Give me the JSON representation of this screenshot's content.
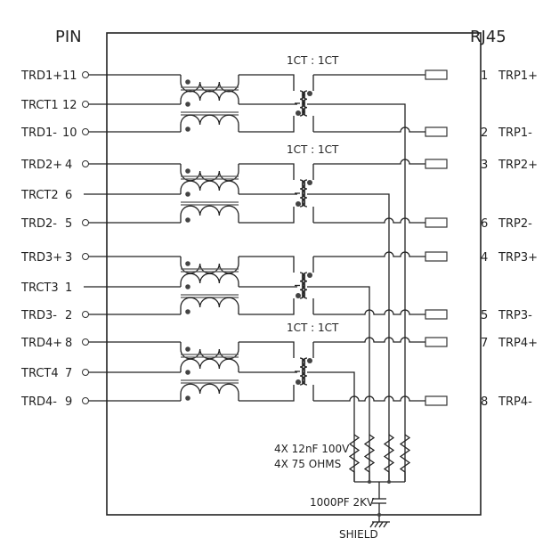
{
  "headers": {
    "left": "PIN",
    "right": "RJ45"
  },
  "ratio_label": "1CT : 1CT",
  "channels": [
    {
      "id": 1,
      "ratio_label_shown": true,
      "left": [
        {
          "name": "TRD1+",
          "pin": "11",
          "terminal": true
        },
        {
          "name": "TRCT1",
          "pin": "12",
          "terminal": true
        },
        {
          "name": "TRD1-",
          "pin": "10",
          "terminal": true
        }
      ],
      "right": [
        {
          "pin": "1",
          "name": "TRP1+"
        },
        {
          "pin": "2",
          "name": "TRP1-"
        }
      ]
    },
    {
      "id": 2,
      "ratio_label_shown": true,
      "left": [
        {
          "name": "TRD2+",
          "pin": "4",
          "terminal": true
        },
        {
          "name": "TRCT2",
          "pin": "6",
          "terminal": false
        },
        {
          "name": "TRD2-",
          "pin": "5",
          "terminal": true
        }
      ],
      "right": [
        {
          "pin": "3",
          "name": "TRP2+"
        },
        {
          "pin": "6",
          "name": "TRP2-"
        }
      ]
    },
    {
      "id": 3,
      "ratio_label_shown": false,
      "left": [
        {
          "name": "TRD3+",
          "pin": "3",
          "terminal": true
        },
        {
          "name": "TRCT3",
          "pin": "1",
          "terminal": false
        },
        {
          "name": "TRD3-",
          "pin": "2",
          "terminal": true
        }
      ],
      "right": [
        {
          "pin": "4",
          "name": "TRP3+"
        },
        {
          "pin": "5",
          "name": "TRP3-"
        }
      ]
    },
    {
      "id": 4,
      "ratio_label_shown": true,
      "left": [
        {
          "name": "TRD4+",
          "pin": "8",
          "terminal": true
        },
        {
          "name": "TRCT4",
          "pin": "7",
          "terminal": true
        },
        {
          "name": "TRD4-",
          "pin": "9",
          "terminal": true
        }
      ],
      "right": [
        {
          "pin": "7",
          "name": "TRP4+"
        },
        {
          "pin": "8",
          "name": "TRP4-"
        }
      ]
    }
  ],
  "termination": {
    "resistor_label_1": "4X 12nF 100V",
    "resistor_label_2": "4X 75 OHMS",
    "capacitor_label": "1000PF 2KV",
    "ground_label": "SHIELD"
  }
}
